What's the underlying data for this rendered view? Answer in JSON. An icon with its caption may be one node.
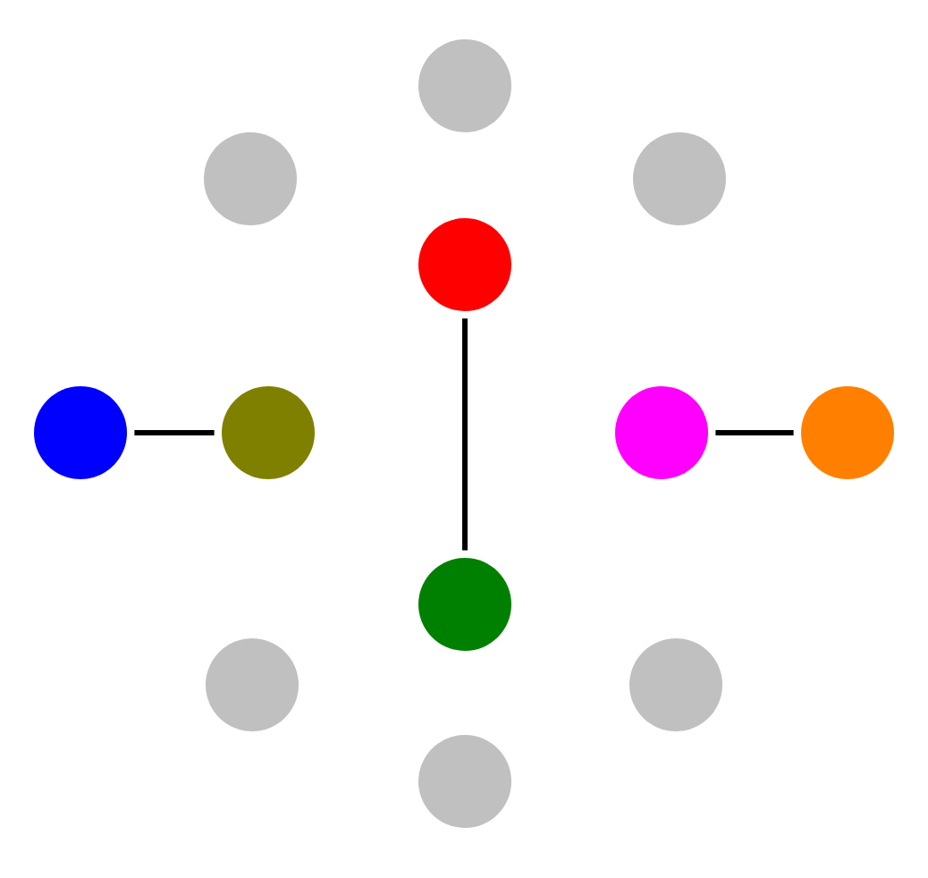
{
  "diagram": {
    "nodes": [
      {
        "text": [],
        "shape": "circle"
      },
      {
        "text": [],
        "shape": "circle"
      },
      {
        "text": [],
        "shape": "circle"
      },
      {
        "text": [],
        "shape": "circle"
      },
      {
        "text": [],
        "shape": "circle"
      },
      {
        "text": [],
        "shape": "circle"
      },
      {
        "text": [],
        "shape": "circle"
      },
      {
        "text": [],
        "shape": "circle"
      },
      {
        "text": [],
        "shape": "circle"
      },
      {
        "text": [],
        "shape": "circle"
      },
      {
        "text": [],
        "shape": "circle"
      },
      {
        "text": [],
        "shape": "circle"
      }
    ],
    "edges": [
      {
        "from": 4,
        "to": 5,
        "arrow": "none"
      },
      {
        "from": 3,
        "to": 8,
        "arrow": "none"
      },
      {
        "from": 6,
        "to": 7,
        "arrow": "none"
      }
    ]
  }
}
